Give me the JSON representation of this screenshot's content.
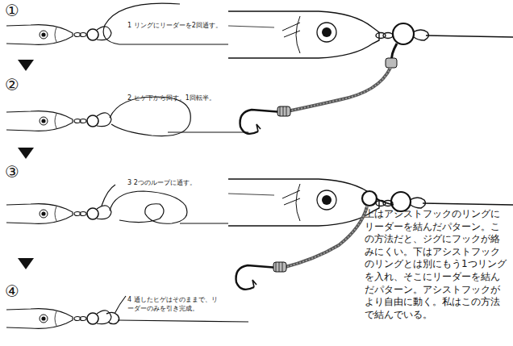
{
  "diagram": {
    "labels": [
      "①",
      "1 リングにリーダーを2回通す。",
      "②",
      "2 ヒゲ下から回す。1回転半。",
      "③",
      "3 2つのループに通す。",
      "④",
      "4 通したヒゲはそのままで、リーダーのみを引き完成。",
      "上はアシストフックのリングにリーダーを結んだパターン。この方法だと、ジグにフックが絡みにくい。下はアシストフックのリングとは別にもう1つリングを入れ、そこにリーダーを結んだパターン。アシストフックがより自由に動く。私はこの方法で結んでいる。"
    ]
  }
}
